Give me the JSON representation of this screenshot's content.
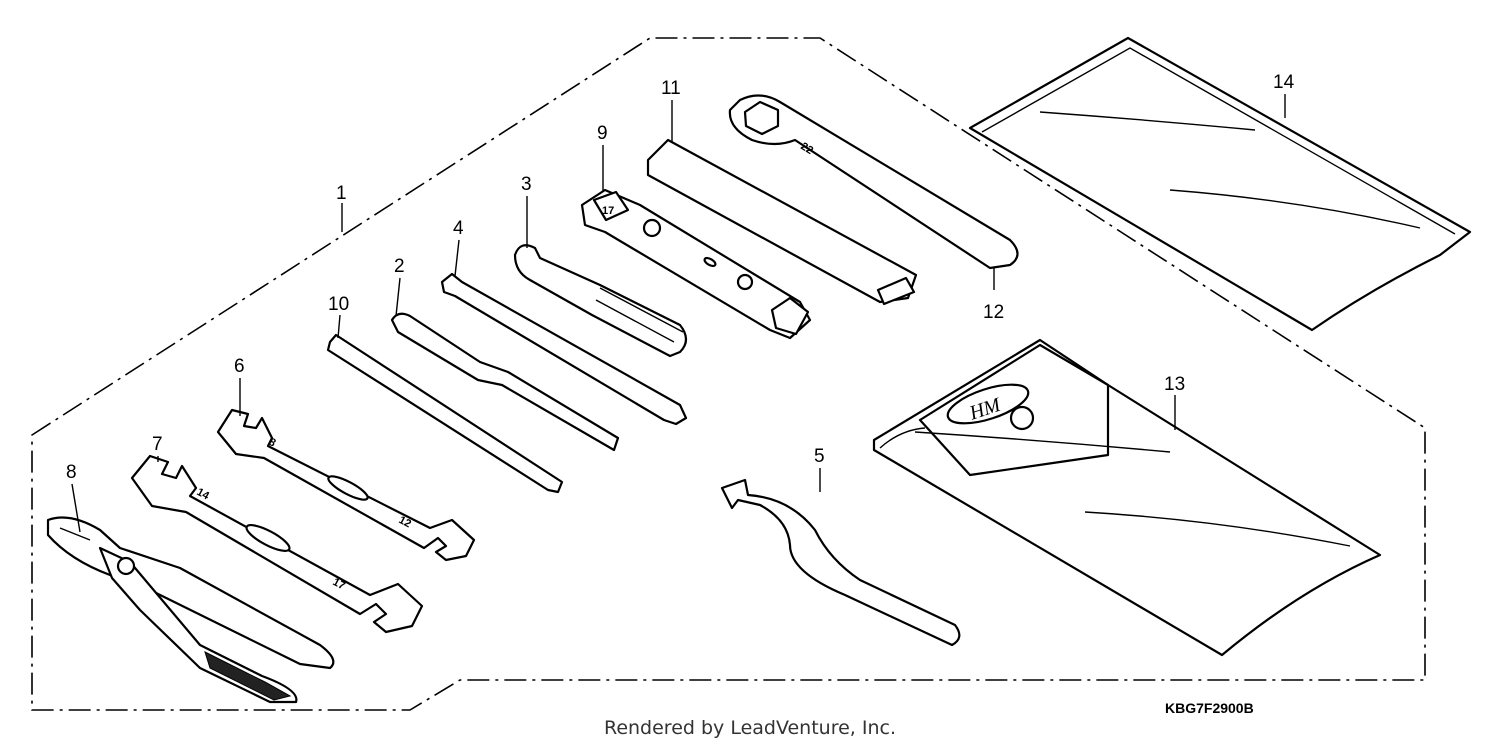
{
  "diagram": {
    "callouts": [
      "1",
      "2",
      "3",
      "4",
      "5",
      "6",
      "7",
      "8",
      "9",
      "10",
      "11",
      "12",
      "13",
      "14"
    ],
    "wrench_marks": {
      "w6_a": "8",
      "w6_b": "12",
      "w7_a": "14",
      "w7_b": "17",
      "box_22": "22",
      "socket_17": "17"
    },
    "diagram_code": "KBG7F2900B",
    "credit": "Rendered by LeadVenture, Inc."
  }
}
